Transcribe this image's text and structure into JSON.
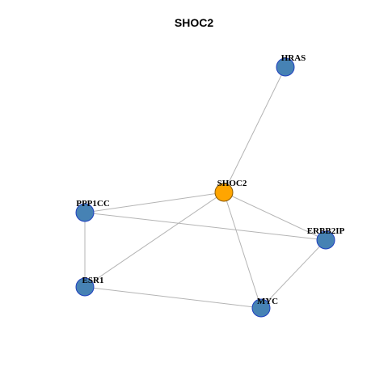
{
  "title": "SHOC2",
  "colors": {
    "edge": "#b4b4b4",
    "node_default": "#4682b4",
    "node_border": "#1f3fbf",
    "node_center": "#ffa500",
    "node_center_border": "#8a5a00"
  },
  "nodes": [
    {
      "id": "HRAS",
      "label": "HRAS",
      "type": "default"
    },
    {
      "id": "SHOC2",
      "label": "SHOC2",
      "type": "center"
    },
    {
      "id": "PPP1CC",
      "label": "PPP1CC",
      "type": "default"
    },
    {
      "id": "ERBB2IP",
      "label": "ERBB2IP",
      "type": "default"
    },
    {
      "id": "ESR1",
      "label": "ESR1",
      "type": "default"
    },
    {
      "id": "MYC",
      "label": "MYC",
      "type": "default"
    }
  ],
  "edges": [
    {
      "source": "HRAS",
      "target": "SHOC2"
    },
    {
      "source": "SHOC2",
      "target": "PPP1CC"
    },
    {
      "source": "SHOC2",
      "target": "ERBB2IP"
    },
    {
      "source": "SHOC2",
      "target": "ESR1"
    },
    {
      "source": "SHOC2",
      "target": "MYC"
    },
    {
      "source": "PPP1CC",
      "target": "ERBB2IP"
    },
    {
      "source": "PPP1CC",
      "target": "ESR1"
    },
    {
      "source": "ESR1",
      "target": "MYC"
    },
    {
      "source": "ERBB2IP",
      "target": "MYC"
    }
  ]
}
